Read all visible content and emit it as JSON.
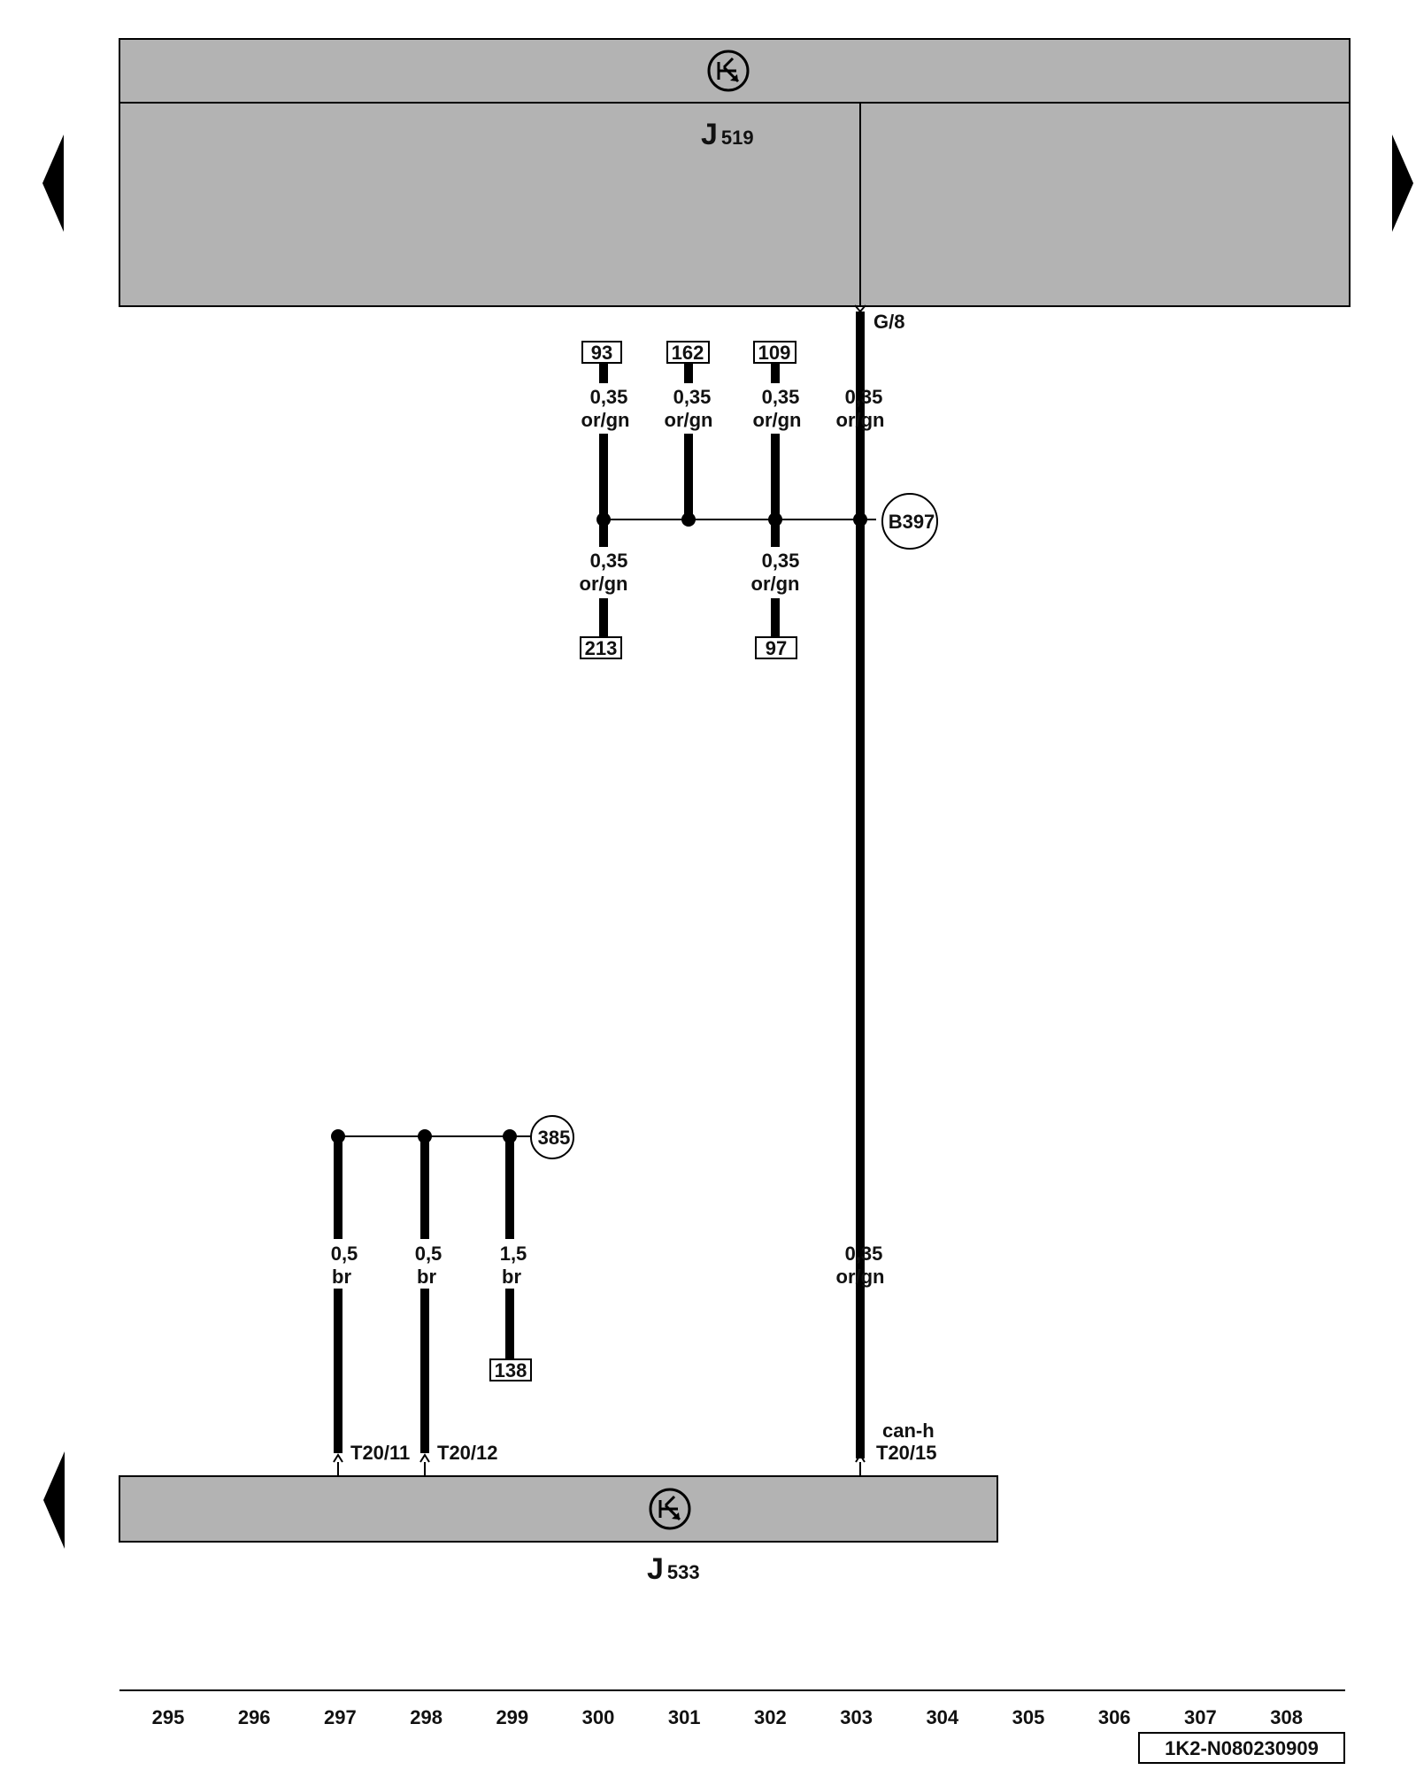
{
  "components": {
    "top": {
      "letter": "J",
      "number": "519",
      "icon": "control-unit-icon",
      "fill": "#b3b3b3"
    },
    "bottom": {
      "letter": "J",
      "number": "533",
      "icon": "control-unit-icon",
      "fill": "#b3b3b3"
    }
  },
  "pins": {
    "g8": "G/8",
    "t20_11": "T20/11",
    "t20_12": "T20/12",
    "t20_15": "T20/15",
    "t20_15_signal": "can-h"
  },
  "wires": {
    "w93": {
      "size": "0,35",
      "color": "or/gn"
    },
    "w162": {
      "size": "0,35",
      "color": "or/gn"
    },
    "w109": {
      "size": "0,35",
      "color": "or/gn"
    },
    "w303_top": {
      "size": "0,35",
      "color": "or/gn"
    },
    "w213": {
      "size": "0,35",
      "color": "or/gn"
    },
    "w97": {
      "size": "0,35",
      "color": "or/gn"
    },
    "w297": {
      "size": "0,5",
      "color": "br"
    },
    "w298": {
      "size": "0,5",
      "color": "br"
    },
    "w138": {
      "size": "1,5",
      "color": "br"
    },
    "w303_bottom": {
      "size": "0,35",
      "color": "or/gn"
    }
  },
  "refs": {
    "r93": "93",
    "r162": "162",
    "r109": "109",
    "r213": "213",
    "r97": "97",
    "r138": "138"
  },
  "connections": {
    "b397": "B397",
    "c385": "385"
  },
  "columns": [
    "295",
    "296",
    "297",
    "298",
    "299",
    "300",
    "301",
    "302",
    "303",
    "304",
    "305",
    "306",
    "307",
    "308"
  ],
  "diagram_code": "1K2-N080230909",
  "nav": {
    "arrow_color": "#000000"
  }
}
